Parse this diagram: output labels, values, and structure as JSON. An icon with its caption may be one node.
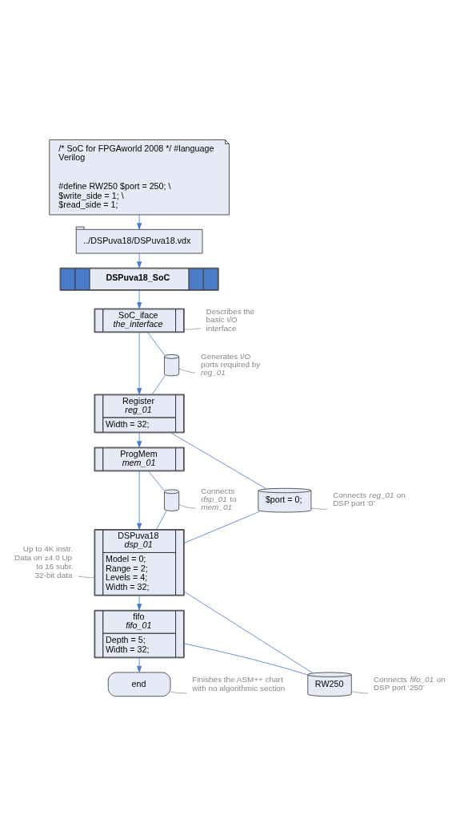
{
  "diagram": {
    "nodes": [
      {
        "text": [
          "/* SoC for FPGAworld 2008 */ #language Verilog",
          "#define RW250 $port = 250; \\ $write_side = 1; \\ $read_side = 1;"
        ]
      },
      {
        "text": [
          "../DSPuva18/DSPuva18.vdx"
        ]
      },
      {
        "text": [
          "DSPuva18_SoC"
        ]
      },
      {
        "text": [
          "SoC_iface",
          "the_interface"
        ]
      },
      {
        "text": [],
        "shape": "cylinder"
      },
      {
        "text": [
          "Register",
          "reg_01",
          "Width = 32;"
        ]
      },
      {
        "text": [
          "$port = 0;"
        ]
      },
      {
        "text": [
          "ProgMem",
          "mem_01"
        ]
      },
      {
        "text": [],
        "shape": "cylinder"
      },
      {
        "text": [
          "DSPuva18",
          "dsp_01",
          "Model = 0; Range = 2; Levels = 4; Width = 32;"
        ]
      },
      {
        "text": [
          "fifo",
          "fifo_01",
          "Depth = 5; Width = 32;"
        ]
      },
      {
        "text": [
          "RW250"
        ]
      },
      {
        "text": [
          "end"
        ]
      },
      {
        "text": [
          "Describes the basic I/O interface"
        ]
      },
      {
        "text": [
          "Generates I/O ports required by *reg_01*"
        ]
      },
      {
        "text": [
          "Connects *reg_01* on DSP port ‘0’"
        ]
      },
      {
        "text": [
          "Connects *dsp_01* to *mem_01*"
        ]
      },
      {
        "text": [
          "Up to 4K instr. Data on ±4.0 Up to 16 subr. 32-bit data"
        ]
      },
      {
        "text": [
          "Connects *fifo_01* on DSP port ‘250’"
        ]
      },
      {
        "text": [
          "Finishes the ASM++ chart with no algorithmic section"
        ]
      }
    ],
    "edges": [
      {
        "from": 0,
        "to": 1,
        "arrow": "to"
      },
      {
        "from": 1,
        "to": 2,
        "arrow": "to"
      },
      {
        "from": 2,
        "to": 3,
        "arrow": "to"
      },
      {
        "from": 3,
        "to": 5,
        "arrow": "to"
      },
      {
        "from": 5,
        "to": 7,
        "arrow": "to"
      },
      {
        "from": 7,
        "to": 9,
        "arrow": "to"
      },
      {
        "from": 9,
        "to": 10,
        "arrow": "to"
      },
      {
        "from": 10,
        "to": 12,
        "arrow": "to"
      },
      {
        "from": 3,
        "to": 4,
        "arrow": "none"
      },
      {
        "from": 4,
        "to": 5,
        "arrow": "none"
      },
      {
        "from": 5,
        "to": 6,
        "arrow": "none"
      },
      {
        "from": 6,
        "to": 9,
        "arrow": "none"
      },
      {
        "from": 7,
        "to": 8,
        "arrow": "none"
      },
      {
        "from": 8,
        "to": 9,
        "arrow": "none"
      },
      {
        "from": 9,
        "to": 11,
        "arrow": "none"
      },
      {
        "from": 10,
        "to": 11,
        "arrow": "none"
      },
      {
        "from": 13,
        "to": 3,
        "arrow": "none",
        "color": "#999999"
      },
      {
        "from": 14,
        "to": 4,
        "arrow": "none",
        "color": "#999999"
      },
      {
        "from": 15,
        "to": 6,
        "arrow": "none",
        "color": "#999999"
      },
      {
        "from": 16,
        "to": 8,
        "arrow": "none",
        "color": "#999999"
      },
      {
        "from": 17,
        "to": 9,
        "arrow": "none",
        "color": "#999999"
      },
      {
        "from": 18,
        "to": 11,
        "arrow": "none",
        "color": "#999999"
      },
      {
        "from": 19,
        "to": 12,
        "arrow": "none",
        "color": "#999999"
      }
    ]
  }
}
